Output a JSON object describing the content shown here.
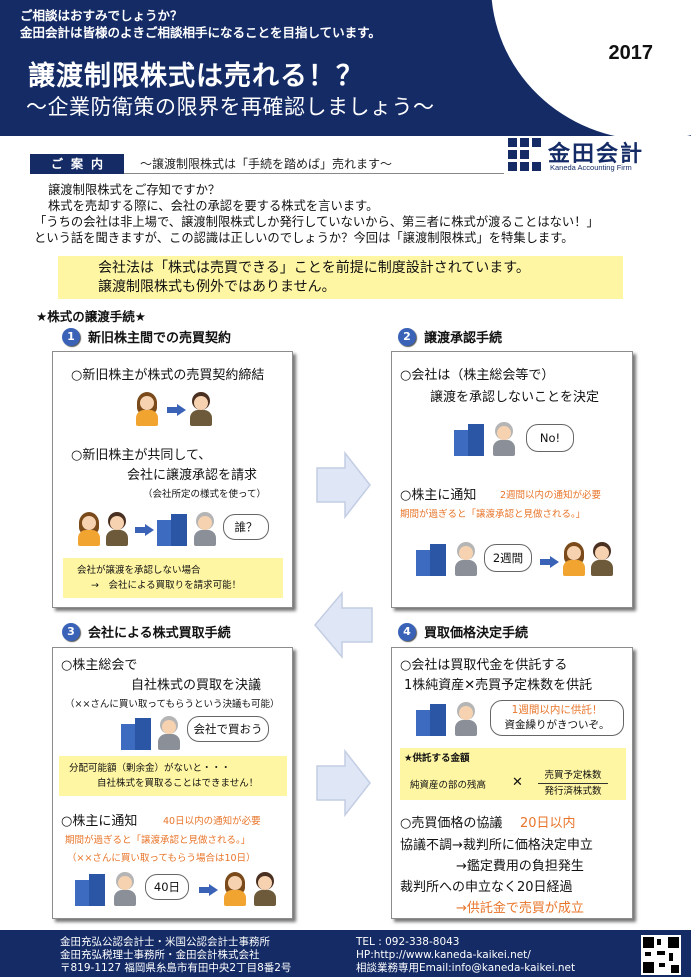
{
  "header": {
    "lead1": "ご相談はおすみでしょうか？",
    "lead2": "金田会計は皆様のよきご相談相手になることを目指しています。",
    "title": "譲渡制限株式は売れる！？",
    "subtitle": "～企業防衛策の限界を再確認しましょう～",
    "year": "2017"
  },
  "intro": {
    "label": "ご案内",
    "caption": "～譲渡制限株式は「手続を踏めば」売れます～",
    "lines": [
      "譲渡制限株式をご存知ですか？",
      "株式を売却する際に、会社の承認を要する株式を言います。",
      "「うちの会社は非上場で、譲渡制限株式しか発行していないから、第三者に株式が渡ることはない！」",
      "という話を聞きますが、この認識は正しいのでしょうか？今回は「譲渡制限株式」を特集します。"
    ]
  },
  "logo": {
    "name": "金田会計",
    "english": "Kaneda Accounting Firm"
  },
  "highlight": {
    "line1": "会社法は「株式は売買できる」ことを前提に制度設計されています。",
    "line2": "譲渡制限株式も例外ではありません。"
  },
  "section_title": "★株式の譲渡手続★",
  "steps": [
    {
      "num": "1",
      "title": "新旧株主間での売買契約",
      "l1": "○新旧株主が株式の売買契約締結",
      "l2": "○新旧株主が共同して、",
      "l3": "会社に譲渡承認を請求",
      "l4": "（会社所定の様式を使って）",
      "bubble": "誰？",
      "note1": "会社が譲渡を承認しない場合",
      "note2": "→　会社による買取りを請求可能！"
    },
    {
      "num": "2",
      "title": "譲渡承認手続",
      "l1": "○会社は（株主総会等で）",
      "l2": "譲渡を承認しないことを決定",
      "bubble1": "No!",
      "l3": "○株主に通知",
      "l3b": "2週間以内の通知が必要",
      "l4": "期間が過ぎると「譲渡承認と見做される。」",
      "bubble2": "2週間"
    },
    {
      "num": "3",
      "title": "会社による株式買取手続",
      "l1": "○株主総会で",
      "l2": "自社株式の買取を決議",
      "l3": "（××さんに買い取ってもらうという決議も可能）",
      "bubble1": "会社で買おう",
      "note1": "分配可能額（剰余金）がないと・・・",
      "note2": "自社株式を買取ることはできません！",
      "l4": "○株主に通知",
      "l4b": "40日以内の通知が必要",
      "l5": "期間が過ぎると「譲渡承認と見做される。」",
      "l6": "（××さんに買い取ってもらう場合は10日）",
      "bubble2": "40日"
    },
    {
      "num": "4",
      "title": "買取価格決定手続",
      "l1": "○会社は買取代金を供託する",
      "l2": "1株純資産✕売買予定株数を供託",
      "bubble1": "1週間以内に供託！",
      "bubble1b": "資金繰りがきついぞ。",
      "formula_title": "★供託する金額",
      "formula_left": "純資産の部の残高",
      "formula_times": "✕",
      "formula_num": "売買予定株数",
      "formula_den": "発行済株式数",
      "l3": "○売買価格の協議",
      "l3b": "20日以内",
      "l4": "協議不調→裁判所に価格決定申立",
      "l5": "→鑑定費用の負担発生",
      "l6": "裁判所への申立なく20日経過",
      "l7": "→供託金で売買が成立"
    }
  ],
  "footer": {
    "org1": "金田充弘公認会計士・米国公認会計士事務所",
    "org2": "金田充弘税理士事務所・金田会計株式会社",
    "address": "〒819-1127 福岡県糸島市有田中央2丁目8番2号",
    "tel": "TEL : 092-338-8043",
    "hp": "HP:http://www.kaneda-kaikei.net/",
    "email": "相談業務専用Email:info@kaneda-kaikei.net"
  },
  "colors": {
    "navy": "#142b66",
    "accent_blue": "#3a63b8",
    "yellow": "#fff6a3",
    "orange": "#e8752a"
  }
}
